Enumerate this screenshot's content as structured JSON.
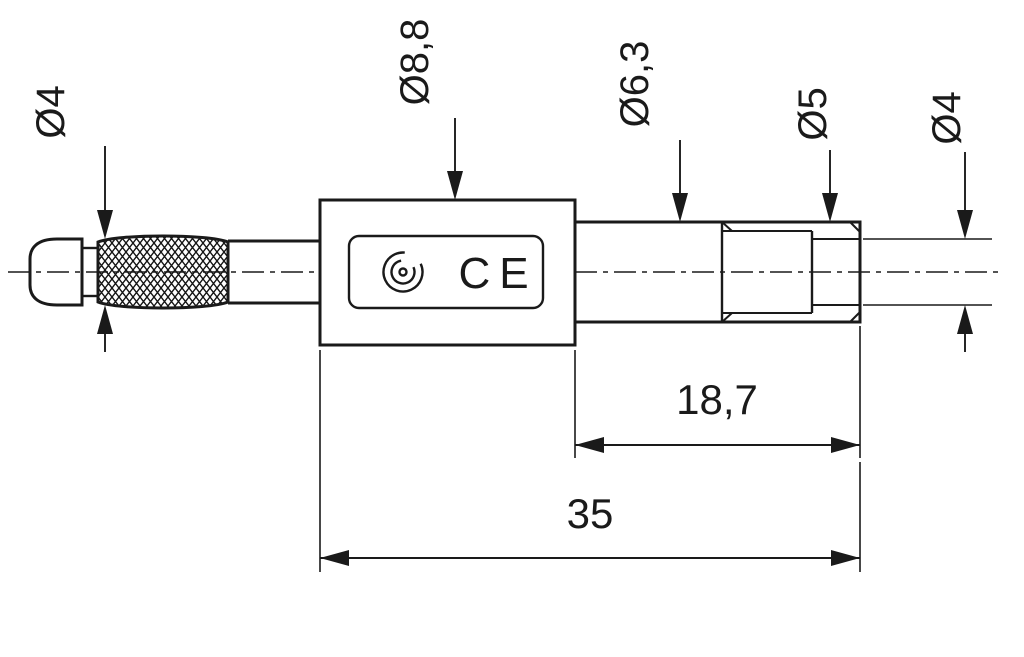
{
  "drawing": {
    "type": "technical-dimension-drawing",
    "dimensions": {
      "tip_diameter": "Ø4",
      "body_diameter": "Ø8,8",
      "shaft_diameter": "Ø6,3",
      "socket_diameter": "Ø5",
      "bore_diameter": "Ø4",
      "socket_length": "18,7",
      "overall_length": "35"
    },
    "markings": {
      "ce_mark": "CE",
      "logo_icon": "concentric-arcs-logo"
    },
    "colors": {
      "line": "#1a1a1a",
      "background": "#ffffff"
    }
  }
}
